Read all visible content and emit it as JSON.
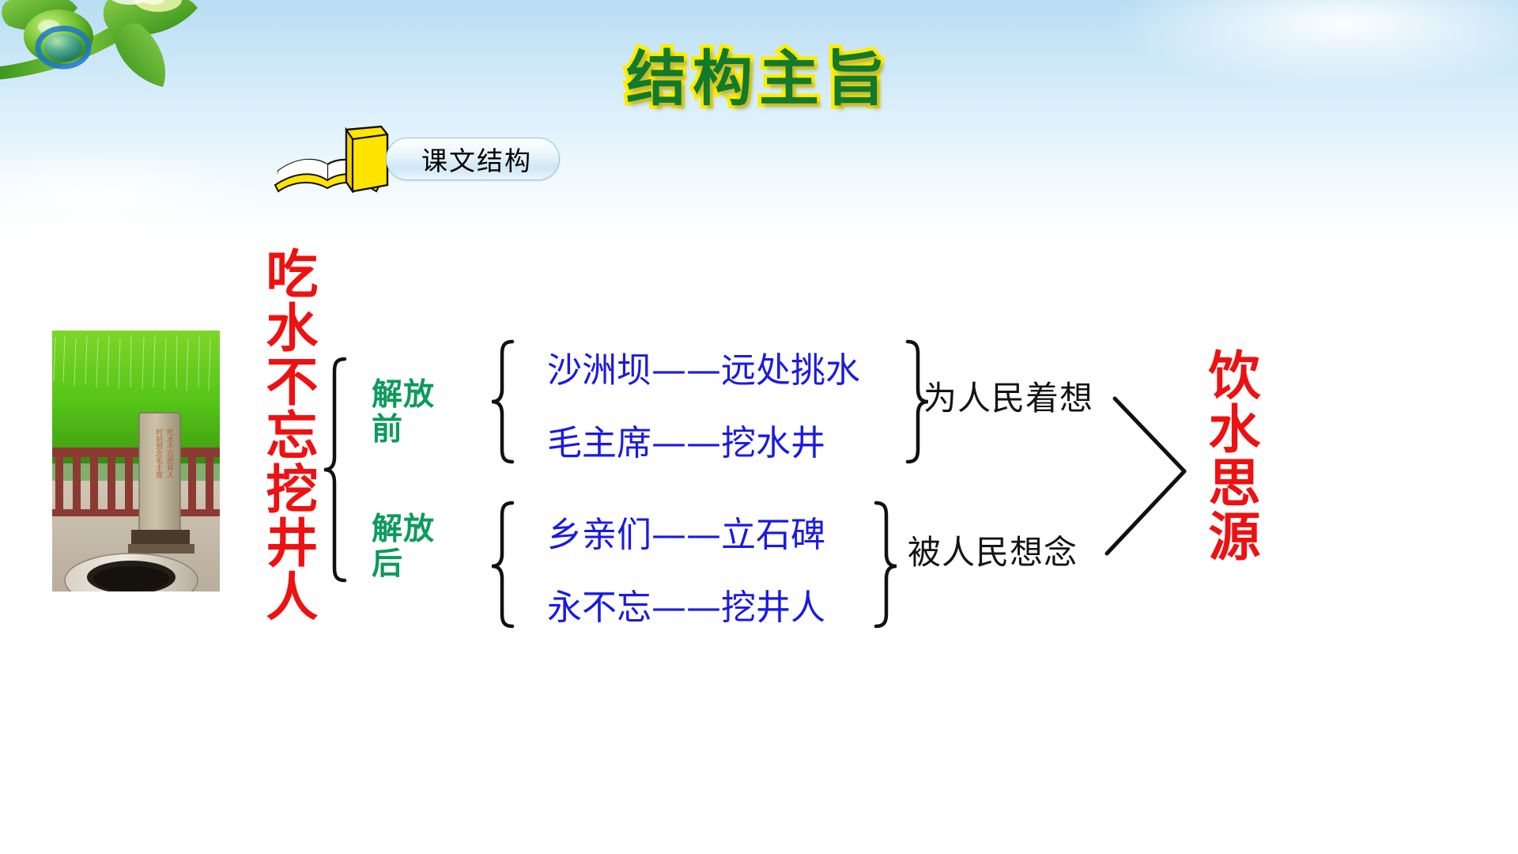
{
  "slide": {
    "title": "结构主旨",
    "title_color": "#127a2b",
    "title_outline_color": "#ffee00",
    "background_top_color": "#b8ddf3",
    "background_bottom_color": "#ffffff"
  },
  "section": {
    "label": "课文结构",
    "icon": "open-book-icon"
  },
  "photo": {
    "caption": "沙洲坝红井石碑照片"
  },
  "diagram": {
    "type": "tree",
    "root": {
      "text": "吃水不忘挖井人",
      "color": "#ee1111",
      "orientation": "vertical"
    },
    "branches": [
      {
        "period": "解放\n前",
        "period_line1": "解放",
        "period_line2": "前",
        "period_color": "#0d9a5d",
        "items": [
          {
            "left": "沙洲坝",
            "dash": "——",
            "right": "远处挑水",
            "text": "沙洲坝——远处挑水"
          },
          {
            "left": "毛主席",
            "dash": "——",
            "right": "挖水井",
            "text": "毛主席——挖水井"
          }
        ],
        "summary": "为人民着想",
        "summary_color": "#141414"
      },
      {
        "period": "解放\n后",
        "period_line1": "解放",
        "period_line2": "后",
        "period_color": "#0d9a5d",
        "items": [
          {
            "left": "乡亲们",
            "dash": "——",
            "right": "立石碑",
            "text": "乡亲们——立石碑"
          },
          {
            "left": "永不忘",
            "dash": "——",
            "right": "挖井人",
            "text": "永不忘——挖井人"
          }
        ],
        "summary": "被人民想念",
        "summary_color": "#141414"
      }
    ],
    "conclusion": {
      "text": "饮水思源",
      "color": "#ee1111",
      "orientation": "vertical"
    },
    "item_color": "#1a1ae0",
    "connector_color": "#111111"
  }
}
